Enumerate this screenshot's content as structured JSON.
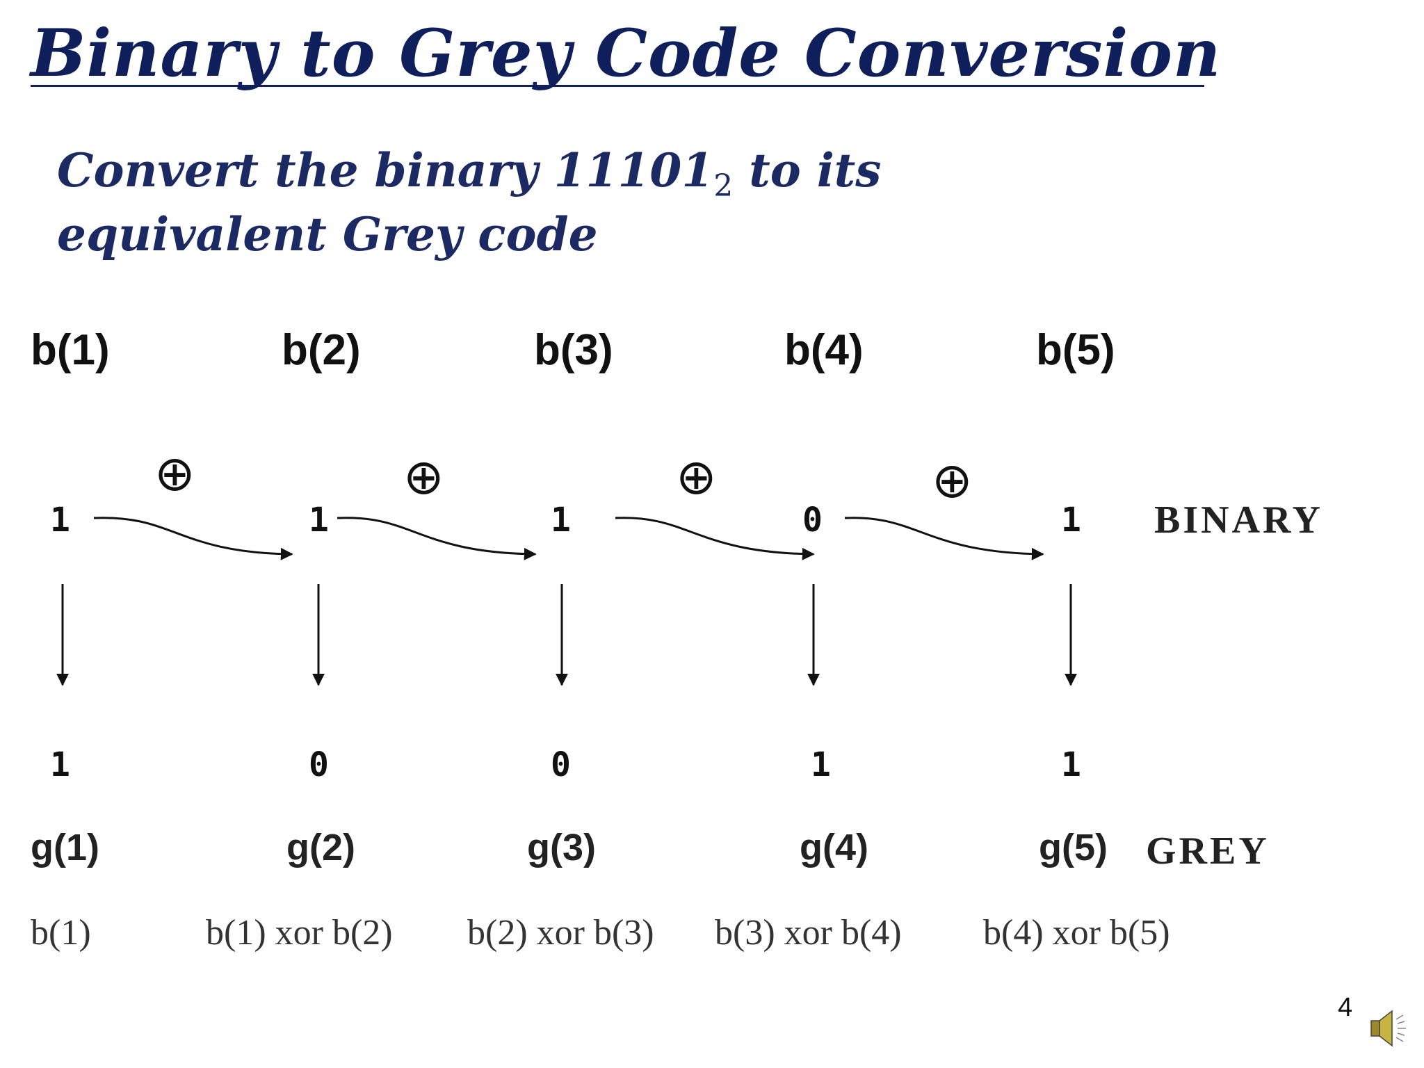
{
  "title": "Binary to Grey Code Conversion",
  "prompt": {
    "line1_before": "Convert the binary 11101",
    "line1_sub": "2",
    "line1_after": " to its",
    "line2": "equivalent Grey code"
  },
  "binary_labels": [
    "b(1)",
    "b(2)",
    "b(3)",
    "b(4)",
    "b(5)"
  ],
  "binary_bits": [
    "1",
    "1",
    "1",
    "0",
    "1"
  ],
  "xor_symbol": "⊕",
  "binary_tag": "BINARY",
  "grey_bits": [
    "1",
    "0",
    "0",
    "1",
    "1"
  ],
  "grey_labels": [
    "g(1)",
    "g(2)",
    "g(3)",
    "g(4)",
    "g(5)"
  ],
  "grey_tag": "GREY",
  "formulas": [
    "b(1)",
    "b(1) xor b(2)",
    "b(2) xor b(3)",
    "b(3) xor b(4)",
    "b(4) xor b(5)"
  ],
  "page_number": "4",
  "speaker_icon": "speaker-icon",
  "colors": {
    "title": "#0e1f5c",
    "prompt": "#1c2a63",
    "text": "#111111"
  }
}
